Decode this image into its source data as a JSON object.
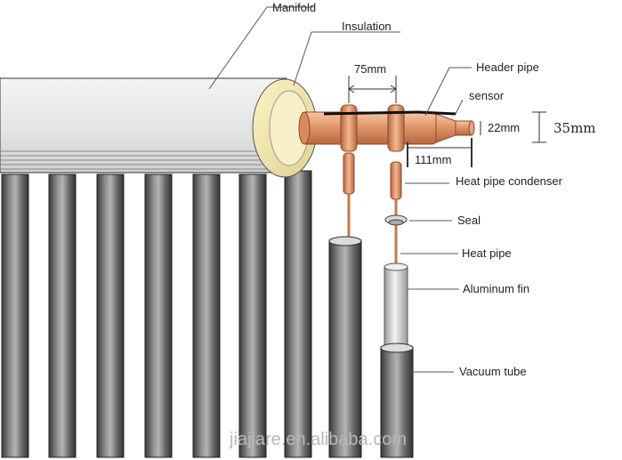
{
  "labels": {
    "manifold": "Manifold",
    "insulation": "Insulation",
    "header_pipe": "Header pipe",
    "sensor": "sensor",
    "heat_pipe_condenser": "Heat pipe condenser",
    "seal": "Seal",
    "heat_pipe": "Heat pipe",
    "aluminum_fin": "Aluminum fin",
    "vacuum_tube": "Vacuum tube"
  },
  "dimensions": {
    "spacing": "75mm",
    "header_diameter": "22mm",
    "manifold_height": "35mm",
    "header_extension": "111mm"
  },
  "watermark": "jiajiare.en.alibaba.com",
  "colors": {
    "copper": "#d98a5a",
    "tube_dark": "#5a5a5a",
    "insulation": "#f2e6a8"
  }
}
